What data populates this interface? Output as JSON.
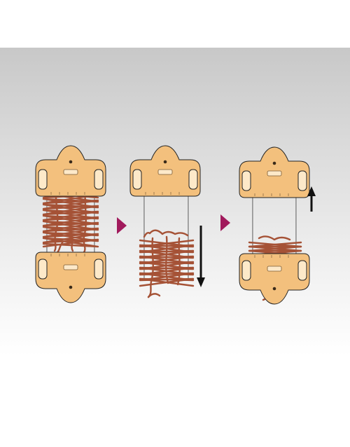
{
  "diagram": {
    "steps": [
      {
        "id": "step-1",
        "label": ""
      },
      {
        "id": "step-2",
        "label": ""
      },
      {
        "id": "step-3",
        "label": ""
      }
    ],
    "colors": {
      "panel_top": "#c8c8c8",
      "panel_bottom": "#ffffff",
      "plate": "#f3c07d",
      "plate_pad": "#fde9c9",
      "yarn": "#a55236",
      "step_triangle": "#a11a5c",
      "arrow": "#111111"
    },
    "icons": {
      "step_separator": "play-triangle-icon",
      "direction_down": "arrow-down-icon",
      "direction_up": "arrow-up-icon"
    }
  }
}
